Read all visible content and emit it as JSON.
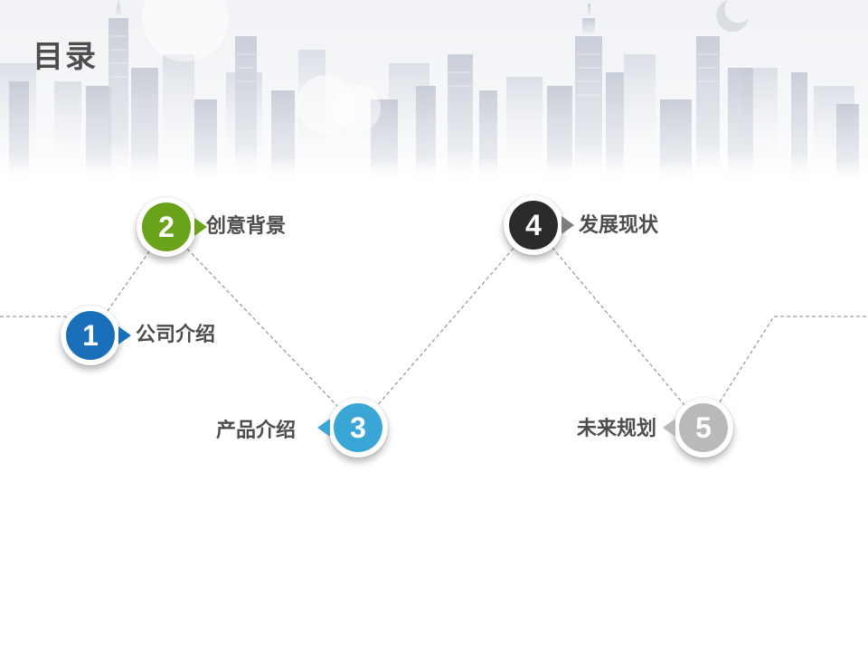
{
  "slide": {
    "title": "目录"
  },
  "items": [
    {
      "number": "1",
      "label": "公司介绍",
      "color": "#1a6fba"
    },
    {
      "number": "2",
      "label": "创意背景",
      "color": "#6aa31a"
    },
    {
      "number": "3",
      "label": "产品介绍",
      "color": "#3aa6d6"
    },
    {
      "number": "4",
      "label": "发展现状",
      "color": "#2b2b2b"
    },
    {
      "number": "5",
      "label": "未来规划",
      "color": "#b9b9b9"
    }
  ],
  "colors": {
    "title": "#4d4d4d",
    "path_line": "#9a9a9a",
    "skyline": "#c9ced8"
  }
}
